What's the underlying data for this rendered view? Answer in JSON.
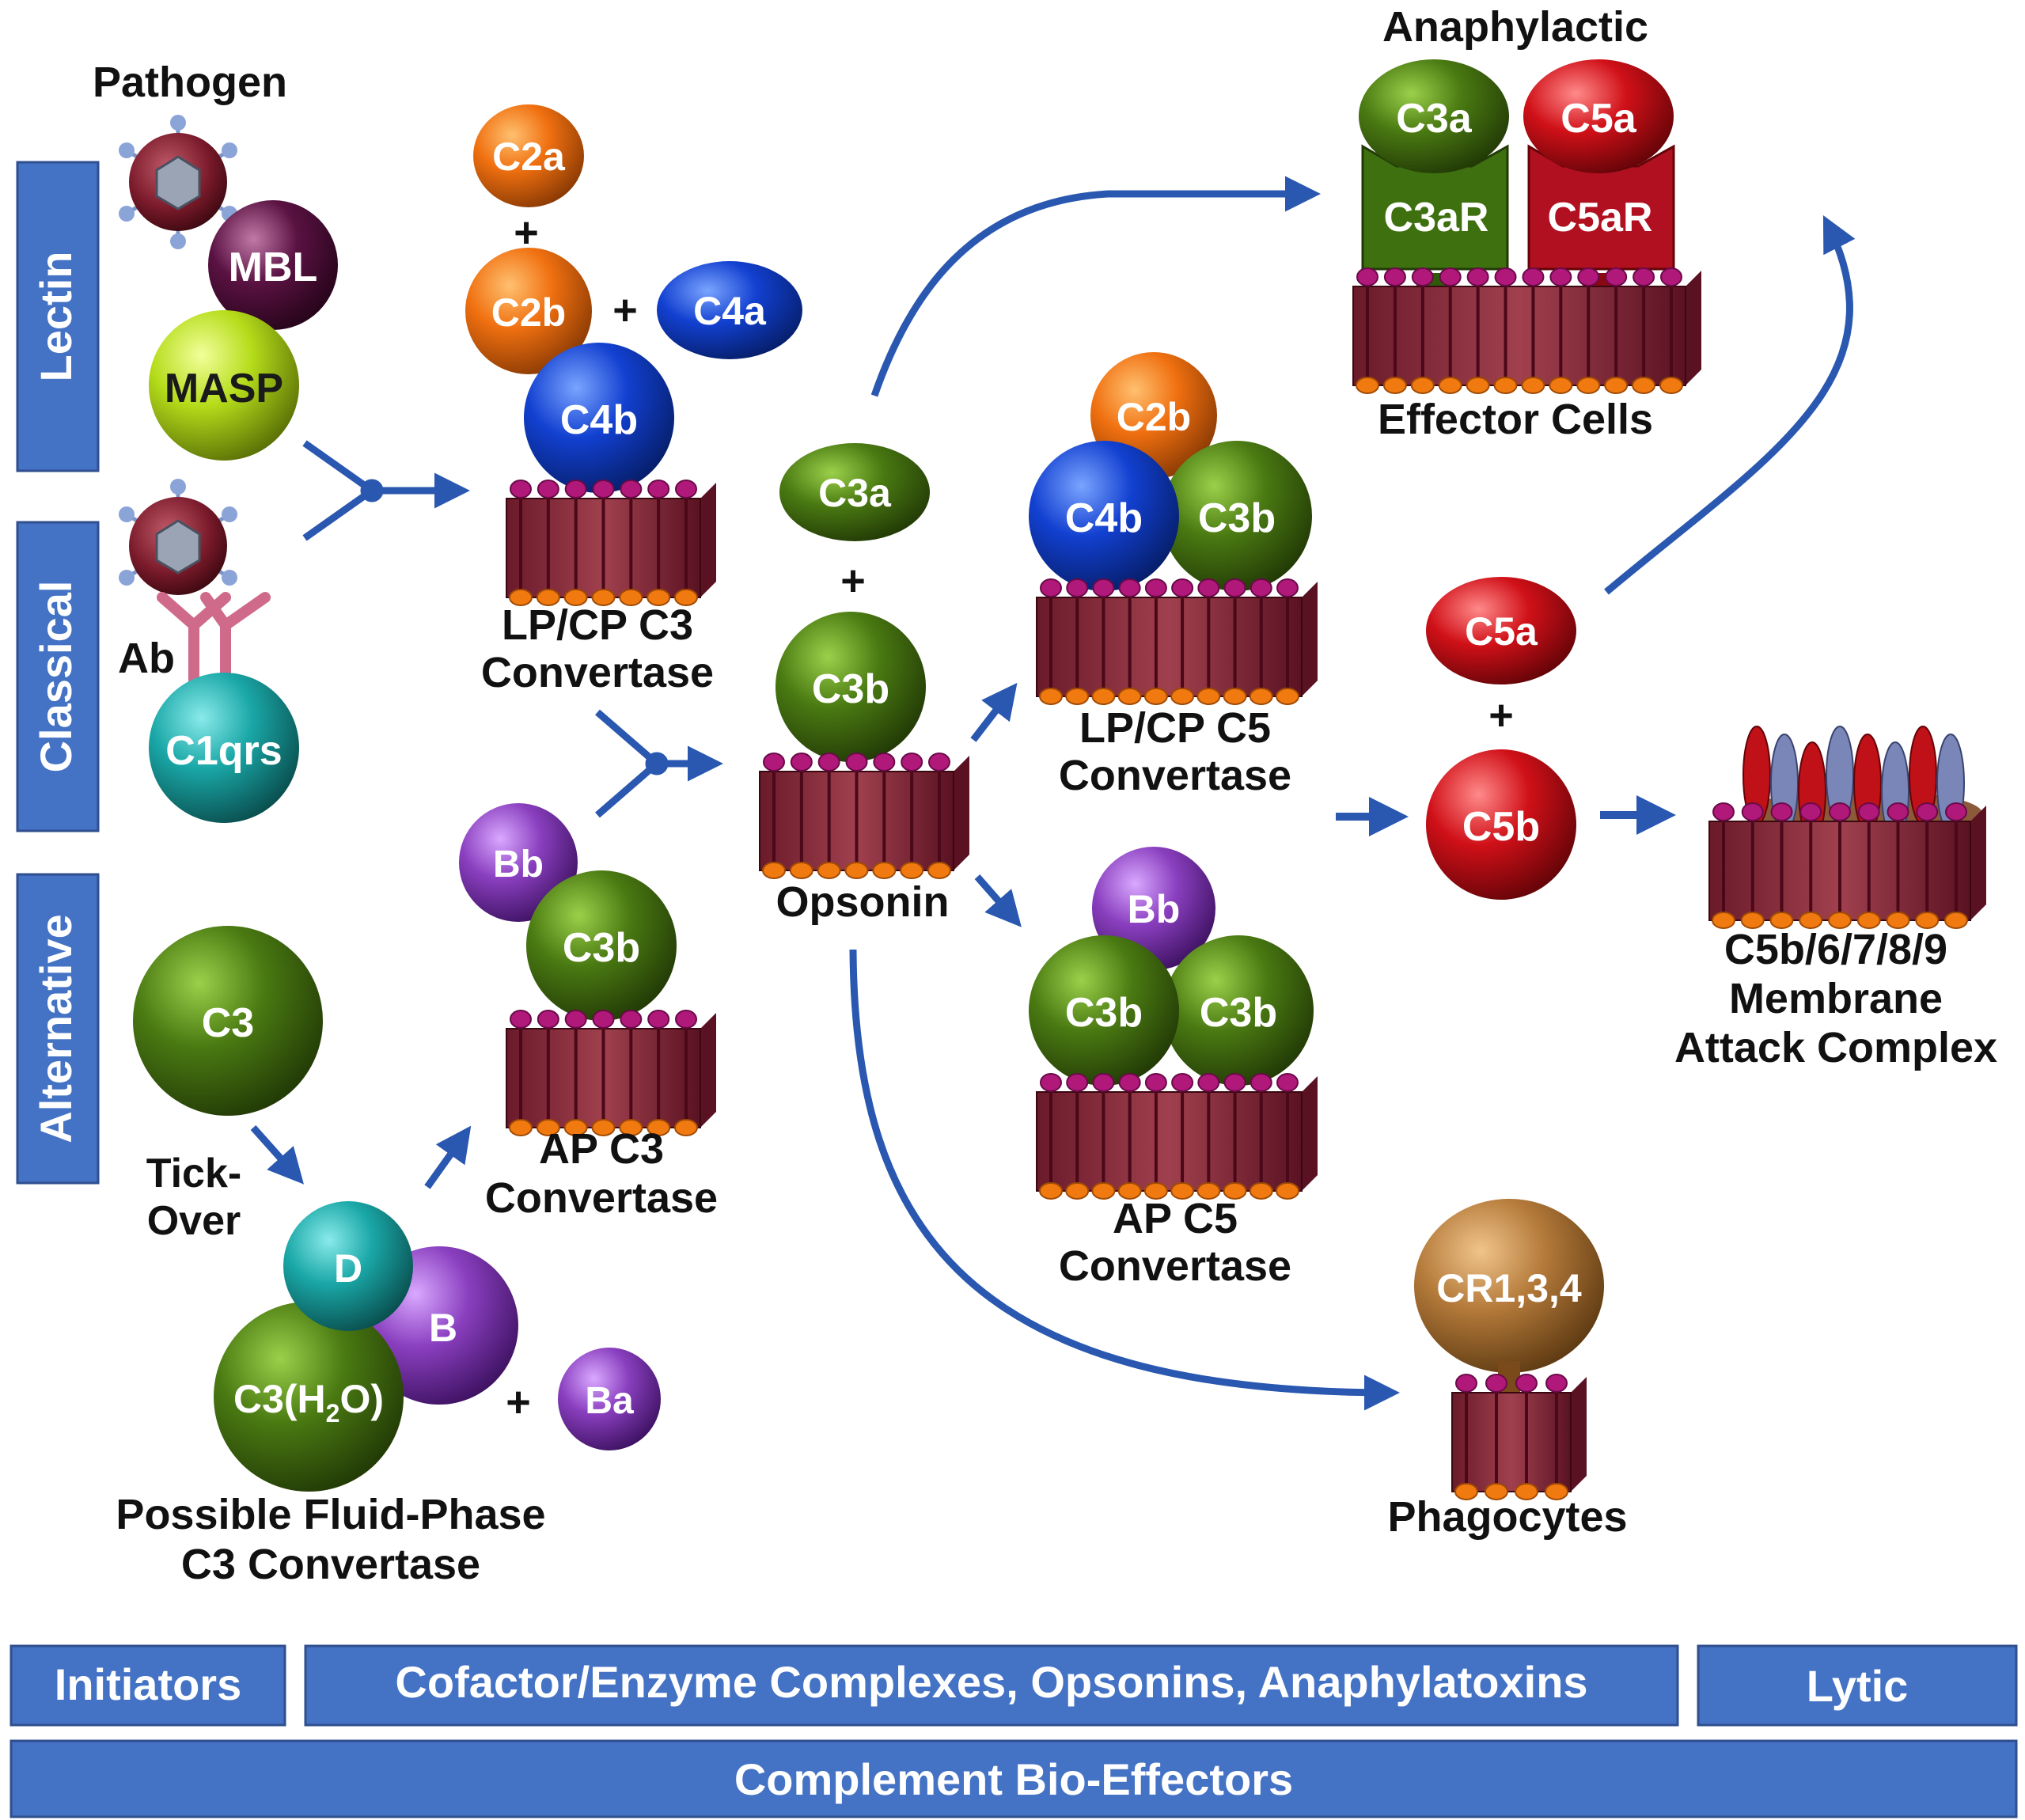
{
  "colors": {
    "green": "#4a7a12",
    "blue": "#1240d0",
    "orange": "#f07010",
    "purple": "#8a3fbf",
    "red": "#d01018",
    "teal": "#1aa7a7",
    "lime": "#b5dc1a",
    "maroon": "#5a1242",
    "brown": "#b47a3a",
    "membrane": "#8a2a3a",
    "arrow": "#2a58b0",
    "bar": "#4472c4"
  },
  "pathways": {
    "lectin": "Lectin",
    "classical": "Classical",
    "alternative": "Alternative"
  },
  "initiators": {
    "pathogen": "Pathogen",
    "mbl": "MBL",
    "masp": "MASP",
    "ab": "Ab",
    "c1qrs": "C1qrs"
  },
  "alternative": {
    "c3": "C3",
    "tick_over": [
      "Tick-",
      "Over"
    ],
    "d": "D",
    "b": "B",
    "c3h2o": {
      "prefix": "C3(H",
      "sub": "2",
      "suffix": "O)"
    },
    "plus": "+",
    "ba": "Ba",
    "fluid_phase": [
      "Possible Fluid-Phase",
      "C3 Convertase"
    ]
  },
  "lpcp_c3": {
    "c2a": "C2a",
    "plus1": "+",
    "c2b": "C2b",
    "plus2": "+",
    "c4a": "C4a",
    "c4b": "C4b",
    "label": [
      "LP/CP C3",
      "Convertase"
    ]
  },
  "ap_c3": {
    "bb": "Bb",
    "c3b": "C3b",
    "label": [
      "AP C3",
      "Convertase"
    ]
  },
  "opsonin": {
    "c3a": "C3a",
    "plus": "+",
    "c3b": "C3b",
    "label": "Opsonin"
  },
  "lpcp_c5": {
    "c2b": "C2b",
    "c4b": "C4b",
    "c3b": "C3b",
    "label": [
      "LP/CP C5",
      "Convertase"
    ]
  },
  "ap_c5": {
    "bb": "Bb",
    "c3b_1": "C3b",
    "c3b_2": "C3b",
    "label": [
      "AP C5",
      "Convertase"
    ]
  },
  "anaphylactic": {
    "title": "Anaphylactic",
    "c3a": "C3a",
    "c5a": "C5a",
    "c3ar": "C3aR",
    "c5ar": "C5aR",
    "effector": "Effector Cells"
  },
  "c5": {
    "c5a": "C5a",
    "plus": "+",
    "c5b": "C5b"
  },
  "mac": {
    "label": [
      "C5b/6/7/8/9",
      "Membrane",
      "Attack  Complex"
    ]
  },
  "phagocytes": {
    "receptor": "CR1,3,4",
    "label": "Phagocytes"
  },
  "footer": {
    "initiators": "Initiators",
    "middle": "Cofactor/Enzyme Complexes, Opsonins, Anaphylatoxins",
    "lytic": "Lytic",
    "bottom": "Complement Bio-Effectors"
  }
}
